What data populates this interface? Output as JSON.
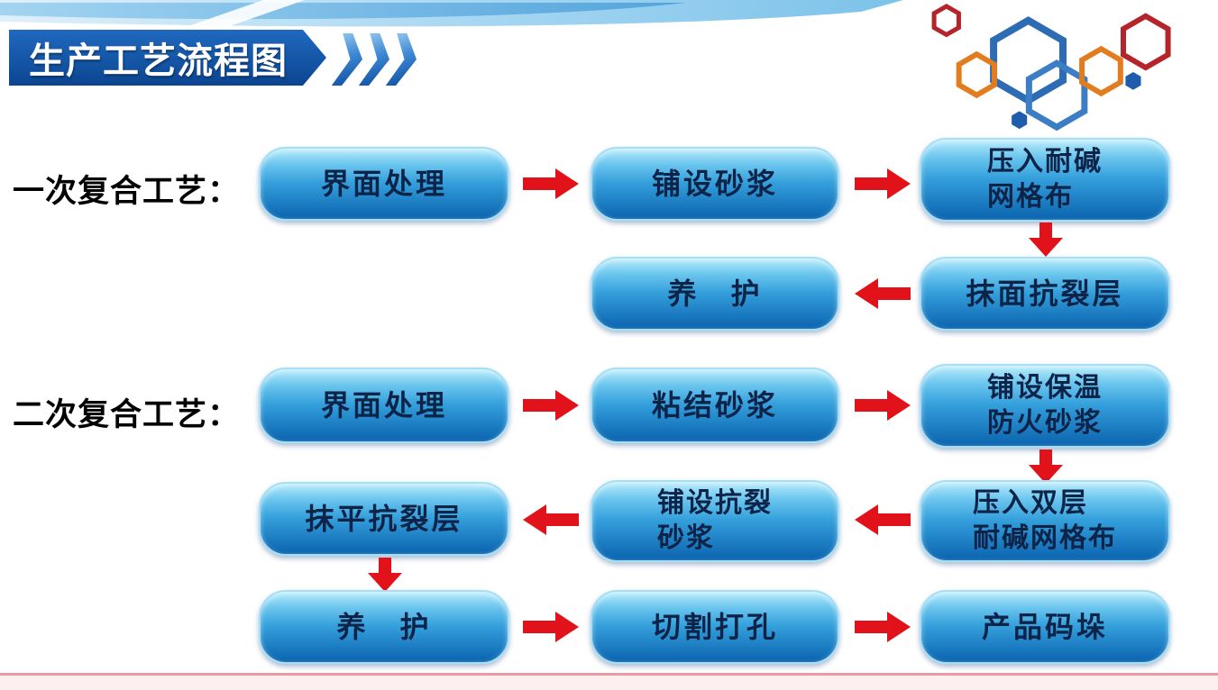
{
  "header": {
    "title": "生产工艺流程图"
  },
  "flow1": {
    "label": "一次复合工艺：",
    "steps": {
      "interface": [
        "界面处理"
      ],
      "mortar": [
        "铺设砂浆"
      ],
      "mesh": [
        "压入耐碱",
        "网格布"
      ],
      "curing": [
        "养　护"
      ],
      "anticrack": [
        "抹面抗裂层"
      ]
    }
  },
  "flow2": {
    "label": "二次复合工艺：",
    "steps": {
      "interface": [
        "界面处理"
      ],
      "bonding": [
        "粘结砂浆"
      ],
      "insulation": [
        "铺设保温",
        "防火砂浆"
      ],
      "double_mesh": [
        "压入双层",
        "耐碱网格布"
      ],
      "anticrack_mortar": [
        "铺设抗裂",
        "砂浆"
      ],
      "leveling": [
        "抹平抗裂层"
      ],
      "curing": [
        "养　护"
      ],
      "cutting": [
        "切割打孔"
      ],
      "stacking": [
        "产品码垛"
      ]
    }
  },
  "icons": {
    "arrow_right": "block-arrow-right",
    "arrow_left": "block-arrow-left",
    "arrow_down": "block-arrow-down",
    "chevrons": "triple-chevron",
    "hexagons": "hexagon-cluster"
  },
  "colors": {
    "banner_blue": "#11519f",
    "arrow_red": "#e2121a",
    "box_text": "#0d2348",
    "box_gradient_top": "#b9ecfc",
    "box_gradient_mid": "#35a0dc",
    "box_gradient_bottom": "#0a63ae",
    "box_border": "#a5dff7",
    "label_text": "#000000",
    "footer_line": "#ec9aa2",
    "footer_bg": "#fdeef0"
  }
}
